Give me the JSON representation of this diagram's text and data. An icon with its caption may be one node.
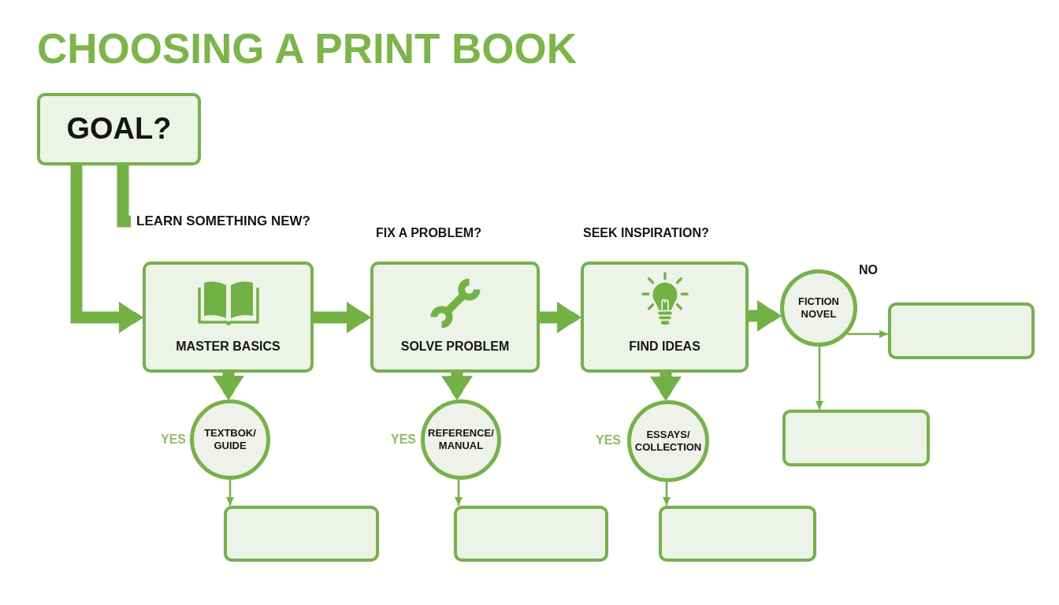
{
  "diagram": {
    "title": "CHOOSING A PRINT BOOK",
    "nodes": [
      {
        "text": [
          "GOAL?"
        ]
      },
      {
        "text": [
          "LEARN SOMETHING NEW?"
        ]
      },
      {
        "text": [
          "MASTER BASICS"
        ]
      },
      {
        "text": [
          "SOLVE PROBLEM"
        ]
      },
      {
        "text": [
          "FIND IDEAS"
        ]
      },
      {
        "text": [
          "FICTION NOVEL"
        ],
        "beside": [
          "NO"
        ]
      },
      {
        "text": [],
        "shape": "box"
      },
      {
        "text": [
          "TEXTBOK/ GUIDE"
        ],
        "beside": [
          "YES"
        ]
      },
      {
        "text": [
          "REFERENCE/ MANUAL"
        ],
        "beside": [
          "YES"
        ]
      },
      {
        "text": [
          "ESSAYS/ COLLECTION"
        ],
        "beside": [
          "YES"
        ]
      },
      {
        "text": [],
        "shape": "box"
      },
      {
        "text": [],
        "shape": "box"
      },
      {
        "text": [],
        "shape": "box"
      },
      {
        "text": [],
        "shape": "box"
      }
    ],
    "edges": [
      {
        "from": 0,
        "to": 2,
        "arrow": "to"
      },
      {
        "from": 0,
        "to": 1,
        "arrow": "none"
      },
      {
        "from": 2,
        "to": 3,
        "arrow": "to"
      },
      {
        "from": 3,
        "to": 4,
        "arrow": "to"
      },
      {
        "from": 4,
        "to": 5,
        "arrow": "to"
      },
      {
        "from": 2,
        "to": 7,
        "arrow": "to"
      },
      {
        "from": 3,
        "to": 8,
        "arrow": "to"
      },
      {
        "from": 4,
        "to": 9,
        "arrow": "to"
      },
      {
        "from": 5,
        "to": 6,
        "arrow": "to"
      },
      {
        "from": 5,
        "to": 10,
        "arrow": "to"
      },
      {
        "from": 7,
        "to": 11,
        "arrow": "to"
      },
      {
        "from": 8,
        "to": 12,
        "arrow": "to"
      },
      {
        "from": 9,
        "to": 13,
        "arrow": "to"
      }
    ],
    "labels": [
      "FIX A PROBLEM?",
      "SEEK INSPIRATION?"
    ]
  }
}
